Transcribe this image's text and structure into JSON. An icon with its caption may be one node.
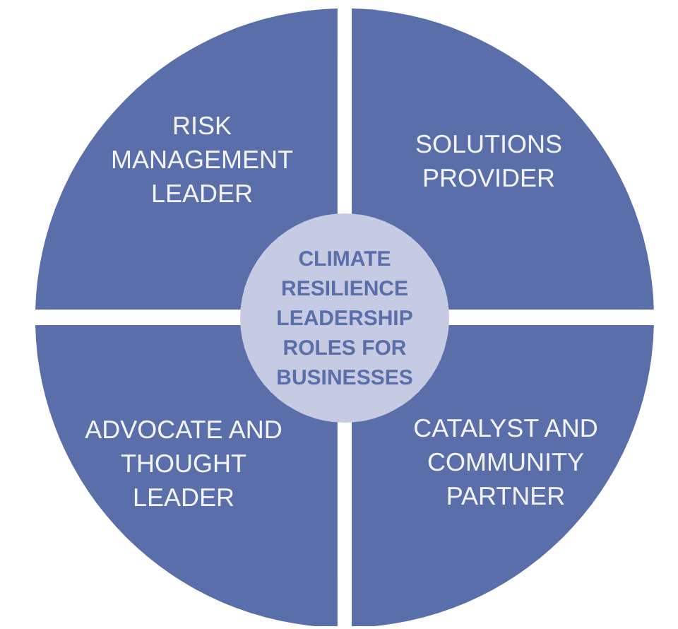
{
  "diagram": {
    "nodes": [
      {
        "text": [
          "RISK MANAGEMENT LEADER"
        ]
      },
      {
        "text": [
          "SOLUTIONS PROVIDER"
        ]
      },
      {
        "text": [
          "CLIMATE RESILIENCE LEADERSHIP ROLES FOR BUSINESSES"
        ]
      },
      {
        "text": [
          "ADVOCATE AND THOUGHT LEADER"
        ]
      },
      {
        "text": [
          "CATALYST AND COMMUNITY PARTNER"
        ]
      }
    ]
  }
}
